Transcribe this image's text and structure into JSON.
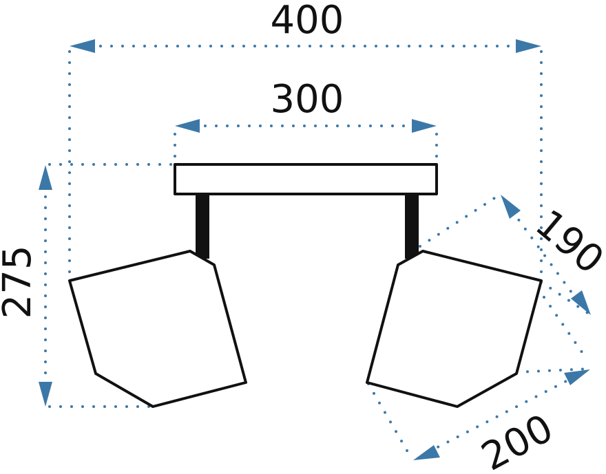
{
  "diagram": {
    "dimensions": {
      "total_width": "400",
      "bar_width": "300",
      "height": "275",
      "shade_depth": "190",
      "shade_length": "200"
    },
    "colors": {
      "arrow": "#3b78a8",
      "dotted_line": "#3b78a8",
      "outline": "#111111"
    }
  }
}
